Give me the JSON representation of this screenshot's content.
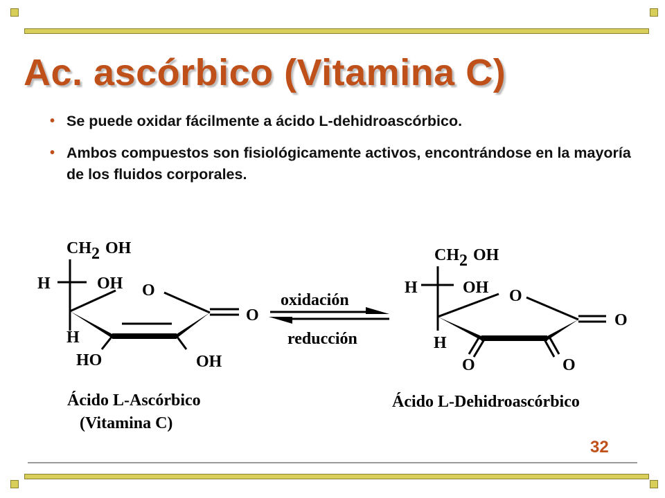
{
  "slide": {
    "title": "Ac. ascórbico (Vitamina C)",
    "bullets": [
      "Se puede oxidar fácilmente a ácido L-dehidroascórbico.",
      "Ambos compuestos son fisiológicamente activos, encontrándose en la mayoría de los fluidos corporales."
    ],
    "page_number": "32"
  },
  "diagram": {
    "left_molecule": {
      "ch2": "CH",
      "sub2": "2",
      "oh_top": "OH",
      "h_upper": "H",
      "oh_upper": "OH",
      "ring_o": "O",
      "carbonyl_o": "O",
      "h_lower": "H",
      "ho_bottom": "HO",
      "oh_bottom": "OH",
      "name_line1": "Ácido L-Ascórbico",
      "name_line2": "(Vitamina C)"
    },
    "reaction": {
      "forward": "oxidación",
      "reverse": "reducción"
    },
    "right_molecule": {
      "ch2": "CH",
      "sub2": "2",
      "oh_top": "OH",
      "h_upper": "H",
      "oh_upper": "OH",
      "ring_o": "O",
      "carbonyl_o": "O",
      "h_lower": "H",
      "o_left": "O",
      "o_right": "O",
      "name": "Ácido L-Dehidroascórbico"
    }
  }
}
